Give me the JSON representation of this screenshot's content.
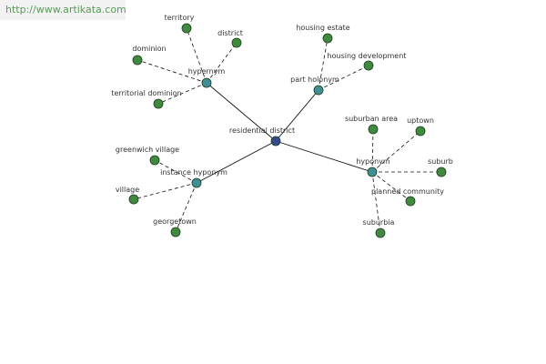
{
  "watermark": "http://www.artikata.com",
  "colors": {
    "center": "#334a8f",
    "relation": "#3f8f95",
    "leaf": "#3f8a3f",
    "edge_solid": "#111111",
    "edge_dashed": "#111111",
    "stroke": "#1e3a1e"
  },
  "nodes": [
    {
      "id": "center",
      "label": "residential district",
      "kind": "center"
    },
    {
      "id": "hypernym",
      "label": "hypernym",
      "kind": "relation"
    },
    {
      "id": "part_holonym",
      "label": "part holonym",
      "kind": "relation"
    },
    {
      "id": "instance_hyponym",
      "label": "instance hyponym",
      "kind": "relation"
    },
    {
      "id": "hyponym",
      "label": "hyponym",
      "kind": "relation"
    },
    {
      "id": "territory",
      "label": "territory",
      "kind": "leaf"
    },
    {
      "id": "district",
      "label": "district",
      "kind": "leaf"
    },
    {
      "id": "dominion",
      "label": "dominion",
      "kind": "leaf"
    },
    {
      "id": "territorial_dominion",
      "label": "territorial dominion",
      "kind": "leaf"
    },
    {
      "id": "housing_estate",
      "label": "housing estate",
      "kind": "leaf"
    },
    {
      "id": "housing_development",
      "label": "housing development",
      "kind": "leaf"
    },
    {
      "id": "greenwich_village",
      "label": "greenwich village",
      "kind": "leaf"
    },
    {
      "id": "village",
      "label": "village",
      "kind": "leaf"
    },
    {
      "id": "georgetown",
      "label": "georgetown",
      "kind": "leaf"
    },
    {
      "id": "suburban_area",
      "label": "suburban area",
      "kind": "leaf"
    },
    {
      "id": "uptown",
      "label": "uptown",
      "kind": "leaf"
    },
    {
      "id": "suburb",
      "label": "suburb",
      "kind": "leaf"
    },
    {
      "id": "planned_community",
      "label": "planned community",
      "kind": "leaf"
    },
    {
      "id": "suburbia",
      "label": "suburbia",
      "kind": "leaf"
    }
  ],
  "edges": [
    {
      "from": "center",
      "to": "hypernym",
      "style": "solid"
    },
    {
      "from": "center",
      "to": "part_holonym",
      "style": "solid"
    },
    {
      "from": "center",
      "to": "instance_hyponym",
      "style": "solid"
    },
    {
      "from": "center",
      "to": "hyponym",
      "style": "solid"
    },
    {
      "from": "hypernym",
      "to": "territory",
      "style": "dashed"
    },
    {
      "from": "hypernym",
      "to": "district",
      "style": "dashed"
    },
    {
      "from": "hypernym",
      "to": "dominion",
      "style": "dashed"
    },
    {
      "from": "hypernym",
      "to": "territorial_dominion",
      "style": "dashed"
    },
    {
      "from": "part_holonym",
      "to": "housing_estate",
      "style": "dashed"
    },
    {
      "from": "part_holonym",
      "to": "housing_development",
      "style": "dashed"
    },
    {
      "from": "instance_hyponym",
      "to": "greenwich_village",
      "style": "dashed"
    },
    {
      "from": "instance_hyponym",
      "to": "village",
      "style": "dashed"
    },
    {
      "from": "instance_hyponym",
      "to": "georgetown",
      "style": "dashed"
    },
    {
      "from": "hyponym",
      "to": "suburban_area",
      "style": "dashed"
    },
    {
      "from": "hyponym",
      "to": "uptown",
      "style": "dashed"
    },
    {
      "from": "hyponym",
      "to": "suburb",
      "style": "dashed"
    },
    {
      "from": "hyponym",
      "to": "planned_community",
      "style": "dashed"
    },
    {
      "from": "hyponym",
      "to": "suburbia",
      "style": "dashed"
    }
  ]
}
